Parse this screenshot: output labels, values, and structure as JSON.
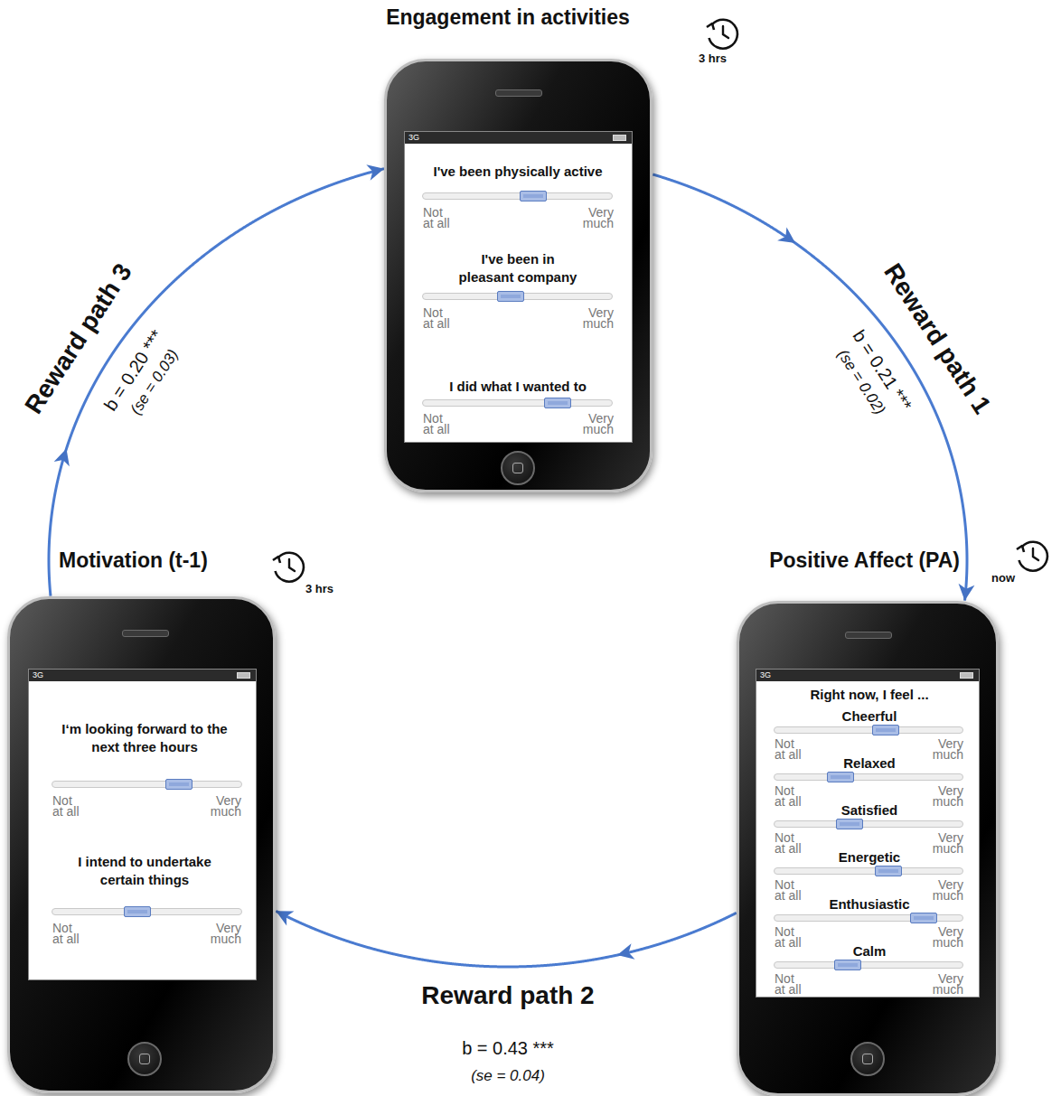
{
  "diagram": {
    "nodes": [
      {
        "text": [
          "Engagement in activities",
          "I've been physically active",
          "Not at all",
          "Very much",
          "I've been in pleasant company",
          "Not at all",
          "Very much",
          "I did what I wanted to",
          "Not at all",
          "Very much"
        ]
      },
      {
        "text": [
          "Positive Affect (PA)",
          "Right now, I feel ...",
          "Cheerful",
          "Not at all",
          "Very much",
          "Relaxed",
          "Not at all",
          "Very much",
          "Satisfied",
          "Not at all",
          "Very much",
          "Energetic",
          "Not at all",
          "Very much",
          "Enthusiastic",
          "Not at all",
          "Very much",
          "Calm",
          "Not at all",
          "Very much"
        ]
      },
      {
        "text": [
          "Motivation (t-1)",
          "I‘m looking forward to the next three hours",
          "Not at all",
          "Very much",
          "I intend to undertake certain things",
          "Not at all",
          "Very much"
        ]
      }
    ],
    "edges": [
      {
        "from": 0,
        "to": 1,
        "arrow": "to",
        "label": "Reward path 1"
      },
      {
        "from": 1,
        "to": 2,
        "arrow": "to",
        "label": "Reward path 2"
      },
      {
        "from": 2,
        "to": 0,
        "arrow": "to",
        "label": "Reward path 3"
      }
    ],
    "labels": [
      "3 hrs",
      "now",
      "3 hrs",
      "b = 0.21 ***",
      "(se = 0.02)",
      "b = 0.43 ***",
      "(se = 0.04)",
      "b = 0.20 ***",
      "(se = 0.03)",
      "3G",
      "3G",
      "3G"
    ]
  }
}
